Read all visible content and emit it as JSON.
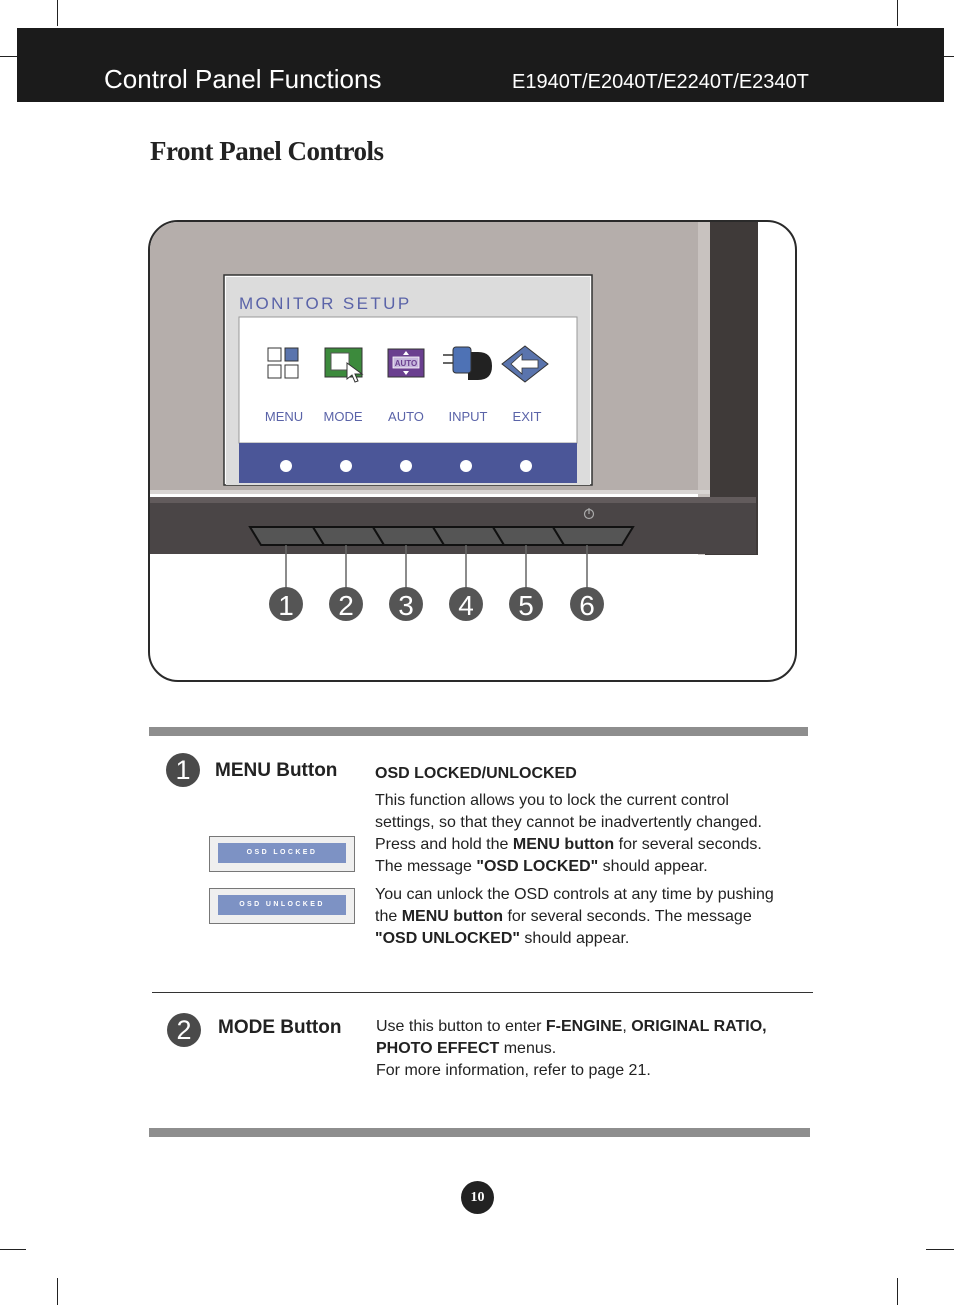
{
  "header": {
    "title": "Control Panel Functions",
    "models": "E1940T/E2040T/E2240T/E2340T"
  },
  "page_heading": "Front Panel Controls",
  "figure": {
    "osd_title": "MONITOR SETUP",
    "osd_labels": [
      "MENU",
      "MODE",
      "AUTO",
      "INPUT",
      "EXIT"
    ],
    "auto_icon_text": "AUTO",
    "button_numbers": [
      "1",
      "2",
      "3",
      "4",
      "5",
      "6"
    ]
  },
  "sections": {
    "menu": {
      "number": "1",
      "title": "MENU Button",
      "subtitle": "OSD LOCKED/UNLOCKED",
      "p1_a": "This function allows you to lock the current control settings, so that they cannot be inadvertently changed. Press and hold the ",
      "p1_b": "MENU button",
      "p1_c": " for several seconds. The message ",
      "p1_d": "\"OSD LOCKED\"",
      "p1_e": " should appear.",
      "p2_a": "You can unlock the OSD controls at any time by pushing the ",
      "p2_b": "MENU button",
      "p2_c": " for several seconds. The message ",
      "p2_d": "\"OSD UNLOCKED\"",
      "p2_e": " should appear.",
      "osd_locked": "OSD LOCKED",
      "osd_unlocked": "OSD UNLOCKED"
    },
    "mode": {
      "number": "2",
      "title": "MODE Button",
      "t1": "Use this button to enter ",
      "t2": "F-ENGINE",
      "t3": ", ",
      "t4": "ORIGINAL RATIO, PHOTO EFFECT",
      "t5": " menus.",
      "t6": "For more information, refer to page 21."
    }
  },
  "page_number": "10",
  "colors": {
    "header_bg": "#1b1b1b",
    "osd_blue": "#4b5698",
    "osd_text": "#5a63a8",
    "rule_gray": "#8e8e8e",
    "bezel_gray": "#b5aeab"
  }
}
